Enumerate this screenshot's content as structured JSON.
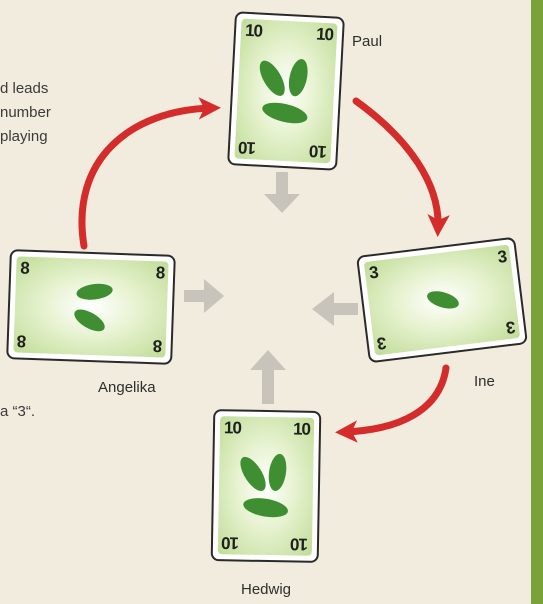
{
  "text_fragments": {
    "line1": "d leads",
    "line2": "number",
    "line3": "playing",
    "line4": "a “3“."
  },
  "players": {
    "paul": {
      "name": "Paul",
      "card_value": "10"
    },
    "ine": {
      "name": "Ine",
      "card_value": "3"
    },
    "hedwig": {
      "name": "Hedwig",
      "card_value": "10"
    },
    "angelika": {
      "name": "Angelika",
      "card_value": "8"
    }
  },
  "colors": {
    "background": "#f2ecdf",
    "side_bar": "#79a33a",
    "turn_arrow": "#d42b2b",
    "play_arrow": "#c9c4bb",
    "card_border": "#2a2a2a",
    "pickle": "#3f8f32"
  },
  "icons": {
    "turn_arrow": "curved-red-arrow-icon",
    "play_arrow": "gray-arrow-icon",
    "card_art": "pickle-icon"
  }
}
